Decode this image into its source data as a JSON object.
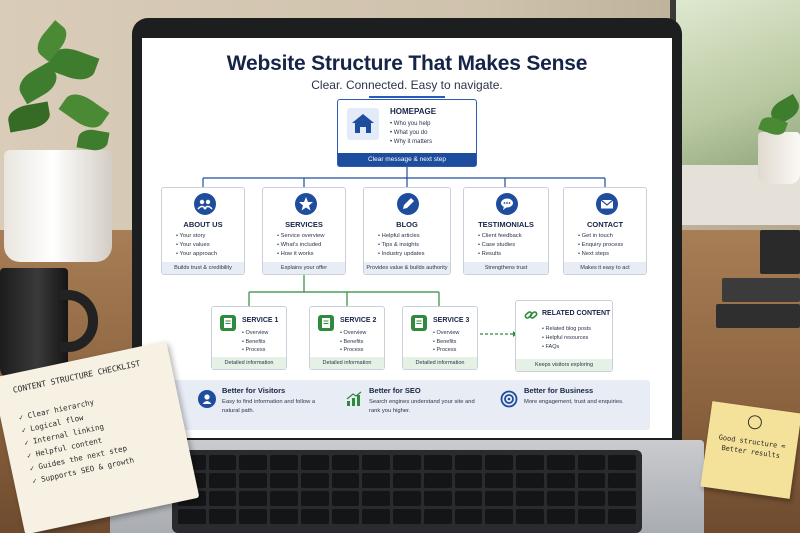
{
  "screen": {
    "title": "Website Structure That Makes Sense",
    "subtitle": "Clear. Connected. Easy to navigate.",
    "homepage": {
      "name": "HOMEPAGE",
      "bullets": [
        "Who you help",
        "What you do",
        "Why it matters"
      ],
      "footer": "Clear message & next step"
    },
    "top_level": [
      {
        "name": "ABOUT US",
        "icon": "people-icon",
        "bullets": [
          "Your story",
          "Your values",
          "Your approach"
        ],
        "footer": "Builds trust & credibility"
      },
      {
        "name": "SERVICES",
        "icon": "star-icon",
        "bullets": [
          "Service overview",
          "What's included",
          "How it works"
        ],
        "footer": "Explains your offer"
      },
      {
        "name": "BLOG",
        "icon": "pencil-icon",
        "bullets": [
          "Helpful articles",
          "Tips & insights",
          "Industry updates"
        ],
        "footer": "Provides value & builds authority"
      },
      {
        "name": "TESTIMONIALS",
        "icon": "chat-icon",
        "bullets": [
          "Client feedback",
          "Case studies",
          "Results"
        ],
        "footer": "Strengthens trust"
      },
      {
        "name": "CONTACT",
        "icon": "envelope-icon",
        "bullets": [
          "Get in touch",
          "Enquiry process",
          "Next steps"
        ],
        "footer": "Makes it easy to act"
      }
    ],
    "services": [
      {
        "name": "SERVICE 1",
        "bullets": [
          "Overview",
          "Benefits",
          "Process"
        ],
        "footer": "Detailed information"
      },
      {
        "name": "SERVICE 2",
        "bullets": [
          "Overview",
          "Benefits",
          "Process"
        ],
        "footer": "Detailed information"
      },
      {
        "name": "SERVICE 3",
        "bullets": [
          "Overview",
          "Benefits",
          "Process"
        ],
        "footer": "Detailed information"
      }
    ],
    "related": {
      "name": "RELATED CONTENT",
      "bullets": [
        "Related blog posts",
        "Helpful resources",
        "FAQs"
      ],
      "footer": "Keeps visitors exploring"
    },
    "benefits": [
      {
        "title": "Better for Visitors",
        "desc": "Easy to find information and follow a natural path.",
        "icon": "person-icon"
      },
      {
        "title": "Better for SEO",
        "desc": "Search engines understand your site and rank you higher.",
        "icon": "growth-chart-icon"
      },
      {
        "title": "Better for Business",
        "desc": "More engagement, trust and enquiries.",
        "icon": "target-icon"
      }
    ],
    "colors": {
      "navy": "#162447",
      "blue": "#1f4d9e",
      "green": "#2e8b3e"
    }
  },
  "notebook": {
    "title": "CONTENT STRUCTURE CHECKLIST",
    "items": [
      "Clear hierarchy",
      "Logical flow",
      "Internal linking",
      "Helpful content",
      "Guides the next step",
      "Supports SEO & growth"
    ]
  },
  "sticky_note": {
    "text": "Good structure = Better results"
  }
}
